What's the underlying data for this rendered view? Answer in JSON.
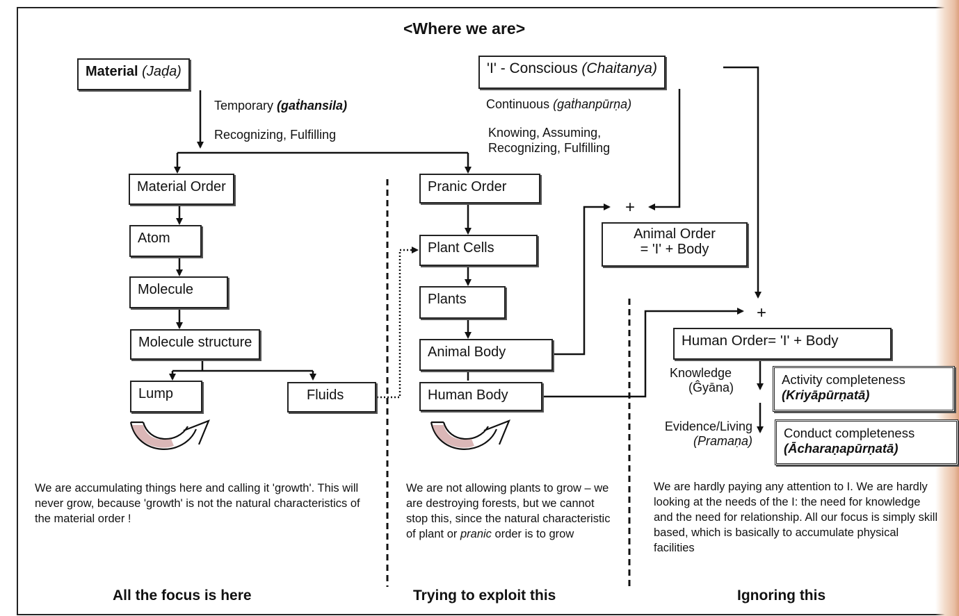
{
  "title": "<Where we are>",
  "nodes": {
    "material": {
      "name": "Material",
      "term": "(Jaḍa)"
    },
    "conscious": {
      "name": "'I' - Conscious",
      "term": "(Chaitanya)"
    },
    "material_order": "Material Order",
    "atom": "Atom",
    "molecule": "Molecule",
    "molecule_structure": "Molecule structure",
    "lump": "Lump",
    "fluids": "Fluids",
    "pranic_order": "Pranic Order",
    "plant_cells": "Plant Cells",
    "plants": "Plants",
    "animal_body": "Animal Body",
    "human_body": "Human Body",
    "animal_order": {
      "line1": "Animal Order",
      "line2": "= 'I' + Body"
    },
    "human_order": "Human Order= 'I' + Body",
    "activity": {
      "line1": "Activity completeness",
      "line2": "(Kriyāpūrṇatā)"
    },
    "conduct": {
      "line1": "Conduct completeness",
      "line2": "(Ācharaṇapūrṇatā)"
    }
  },
  "labels": {
    "temporary": "Temporary",
    "temporary_term": "(gaṫhansila)",
    "recognizing_fulfilling": "Recognizing, Fulfilling",
    "continuous": "Continuous",
    "continuous_term": "(gaṫhanpūrṇa)",
    "knowing_assuming": "Knowing, Assuming,",
    "recognizing_fulfilling_2": "Recognizing, Fulfilling",
    "plus": "+",
    "knowledge": "Knowledge",
    "knowledge_term": "(Ĝyāna)",
    "evidence": "Evidence/Living",
    "evidence_term": "(Pramaṇa)"
  },
  "paragraphs": {
    "left": "We are accumulating things here and calling it 'growth'. This will never grow, because 'growth' is not the natural characteristics of the material order !",
    "middle_start": "We are not allowing plants to grow – we are destroying forests, but we cannot stop this, since the natural characteristic of plant or",
    "middle_italic": "pranic",
    "middle_end": "order is to grow",
    "right": "We are hardly paying any attention to I. We are hardly looking at the needs of the I: the need for knowledge and the need for relationship. All our focus is simply skill based, which is basically to accumulate physical facilities"
  },
  "footers": {
    "left": "All the focus is here",
    "middle": "Trying to exploit this",
    "right": "Ignoring this"
  }
}
